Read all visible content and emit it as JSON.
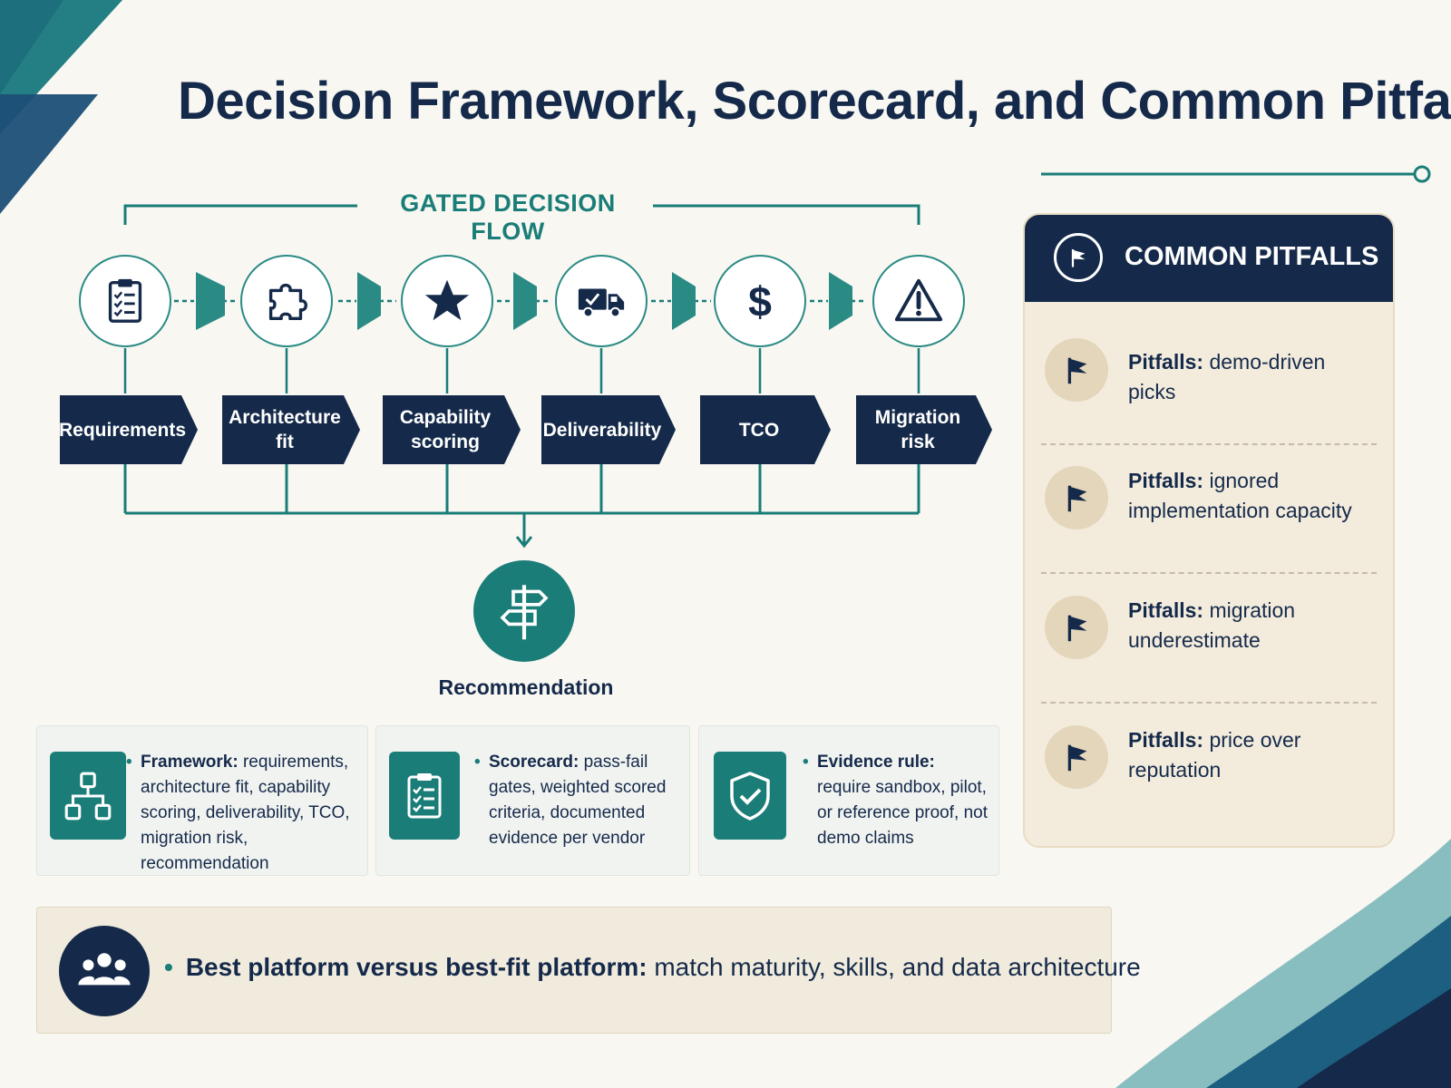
{
  "title": "Decision Framework, Scorecard, and Common Pitfalls",
  "flow": {
    "label": "GATED DECISION FLOW",
    "steps": [
      {
        "label": "Requirements",
        "icon": "clipboard-checklist-icon"
      },
      {
        "label": "Architecture fit",
        "icon": "puzzle-piece-icon"
      },
      {
        "label": "Capability scoring",
        "icon": "star-icon"
      },
      {
        "label": "Deliverability",
        "icon": "delivery-truck-icon"
      },
      {
        "label": "TCO",
        "icon": "dollar-icon"
      },
      {
        "label": "Migration risk",
        "icon": "warning-triangle-icon"
      }
    ],
    "outcome": {
      "label": "Recommendation",
      "icon": "signpost-icon"
    }
  },
  "cards": [
    {
      "title": "Framework:",
      "text": "requirements, architecture fit, capability scoring, deliverability, TCO, migration risk, recommendation",
      "icon": "hierarchy-icon"
    },
    {
      "title": "Scorecard:",
      "text": "pass-fail gates, weighted scored criteria, documented evidence per vendor",
      "icon": "checklist-icon"
    },
    {
      "title": "Evidence rule:",
      "text": "require sandbox, pilot, or reference proof, not demo claims",
      "icon": "shield-check-icon"
    }
  ],
  "pitfalls": {
    "header": "COMMON PITFALLS",
    "header_icon": "flag-circle-icon",
    "items": [
      {
        "prefix": "Pitfalls:",
        "text": "demo-driven picks"
      },
      {
        "prefix": "Pitfalls:",
        "text": "ignored implementation capacity"
      },
      {
        "prefix": "Pitfalls:",
        "text": "migration underestimate"
      },
      {
        "prefix": "Pitfalls:",
        "text": "price over reputation"
      }
    ]
  },
  "banner": {
    "title": "Best platform versus best-fit platform:",
    "text": "match maturity, skills, and data architecture",
    "icon": "people-group-icon"
  },
  "colors": {
    "navy": "#152a4a",
    "teal": "#1a7d78",
    "cream": "#f3ecdd"
  }
}
